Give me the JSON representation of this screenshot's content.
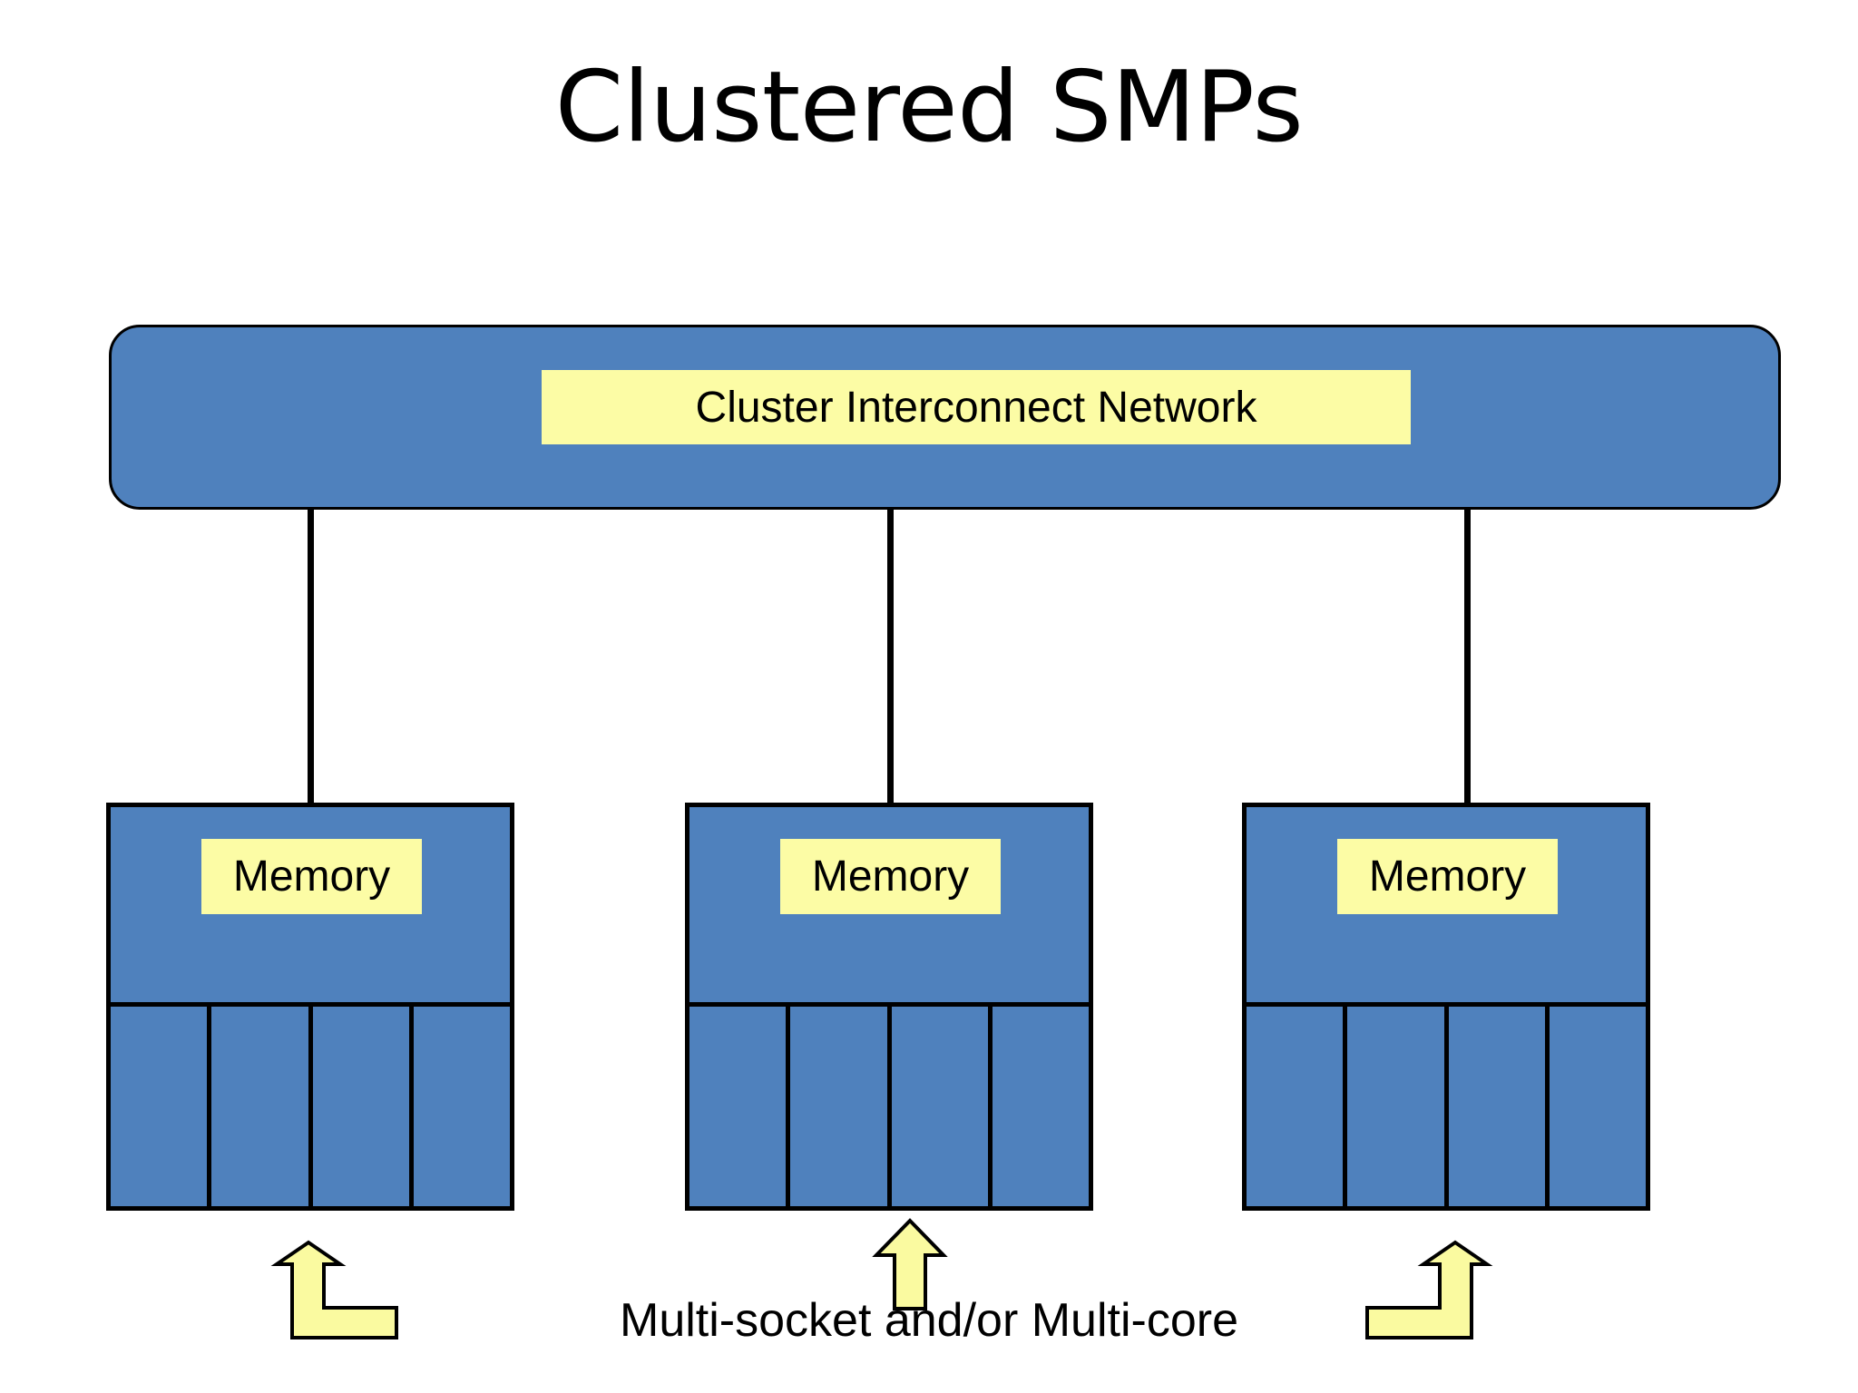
{
  "slide": {
    "title": "Clustered SMPs",
    "background_color": "#FFFFFF"
  },
  "colors": {
    "node_blue": "#4F81BD",
    "label_yellow": "#FCFCA5",
    "outline_black": "#000000",
    "arrow_yellow": "#FAFAA0"
  },
  "interconnect": {
    "label": "Cluster Interconnect Network",
    "shape": "rounded-rectangle"
  },
  "nodes": [
    {
      "memory_label": "Memory",
      "cores": [
        "",
        "",
        "",
        ""
      ],
      "core_count": 4
    },
    {
      "memory_label": "Memory",
      "cores": [
        "",
        "",
        "",
        ""
      ],
      "core_count": 4
    },
    {
      "memory_label": "Memory",
      "cores": [
        "",
        "",
        "",
        ""
      ],
      "core_count": 4
    }
  ],
  "caption": {
    "text": "Multi-socket and/or Multi-core"
  },
  "arrows": [
    {
      "name": "bent-arrow-up-right-tail",
      "direction": "up"
    },
    {
      "name": "straight-arrow-up",
      "direction": "up"
    },
    {
      "name": "bent-arrow-up-left-tail",
      "direction": "up"
    }
  ]
}
